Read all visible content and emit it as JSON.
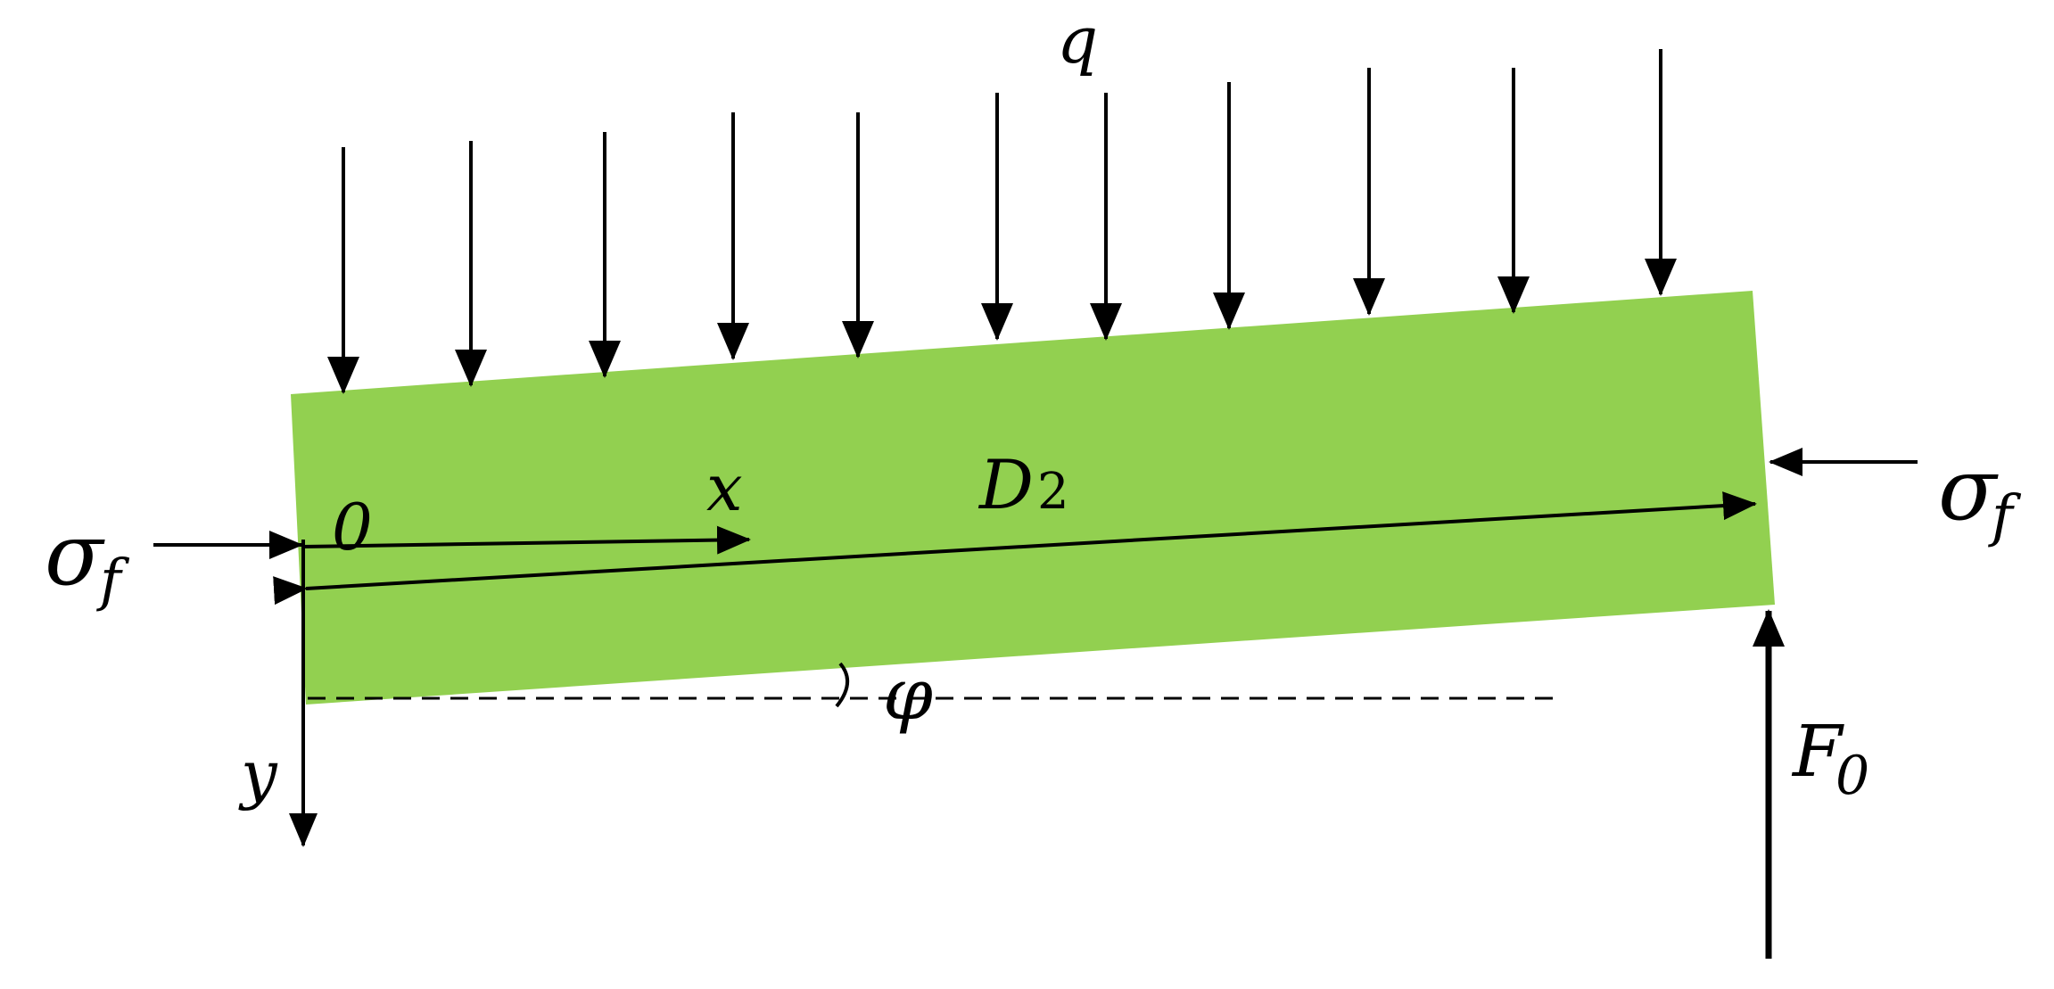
{
  "colors": {
    "plate": "#92d050",
    "ink": "#000000",
    "background": "#ffffff"
  },
  "labels": {
    "load": "q",
    "origin": "0",
    "x_axis": "x",
    "y_axis": "y",
    "plate_name_main": "D",
    "plate_name_sub": "2",
    "stress_left_main": "σ",
    "stress_left_sub": "f",
    "stress_right_main": "σ",
    "stress_right_sub": "f",
    "angle": "φ",
    "force_main": "F",
    "force_sub": "0"
  }
}
